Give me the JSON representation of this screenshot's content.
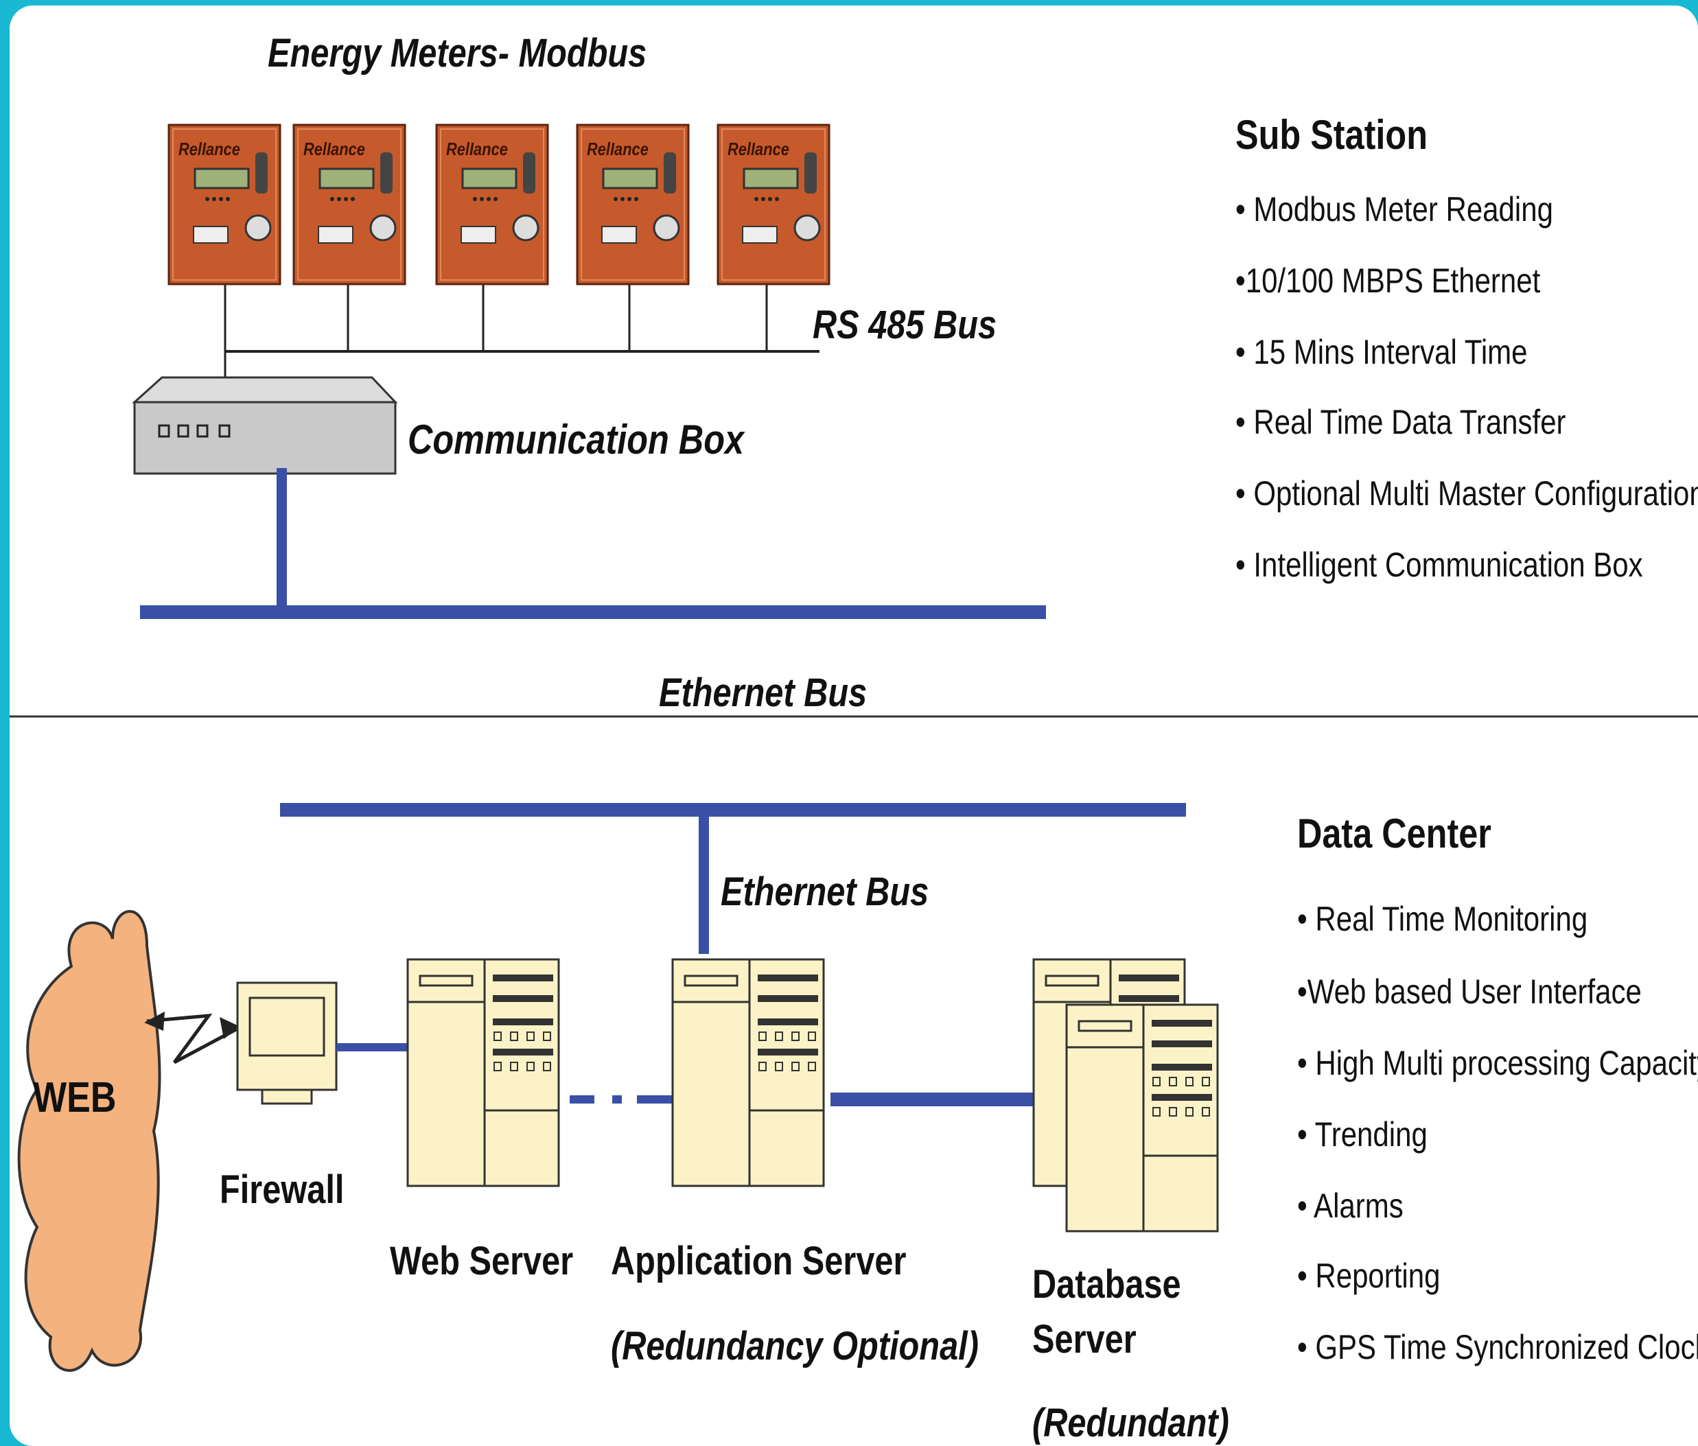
{
  "colors": {
    "frame": "#19b8d3",
    "bus": "#3a50a6",
    "meter": "#c65a2c",
    "cloud": "#f4b27e",
    "server": "#fbf3c7"
  },
  "substation": {
    "meters_title": "Energy Meters- Modbus",
    "meter_brand": "RelIance",
    "rs485_label": "RS 485 Bus",
    "comm_box_label": "Communication Box",
    "ethernet_label": "Ethernet Bus",
    "panel_title": "Sub Station",
    "features": [
      "• Modbus Meter Reading",
      "•10/100 MBPS Ethernet",
      "• 15 Mins Interval Time",
      "• Real Time Data Transfer",
      "• Optional Multi Master Configuration",
      "• Intelligent Communication Box"
    ]
  },
  "datacenter": {
    "ethernet_label": "Ethernet Bus",
    "web_label": "WEB",
    "firewall_label": "Firewall",
    "web_server_label": "Web Server",
    "app_server_label": "Application Server",
    "app_server_note": "(Redundancy Optional)",
    "db_server_label_1": "Database",
    "db_server_label_2": "Server",
    "db_server_note": "(Redundant)",
    "panel_title": "Data Center",
    "features": [
      "• Real Time Monitoring",
      "•Web based User Interface",
      "• High Multi processing Capacity",
      "• Trending",
      "• Alarms",
      "• Reporting",
      "• GPS Time Synchronized Clock"
    ]
  }
}
